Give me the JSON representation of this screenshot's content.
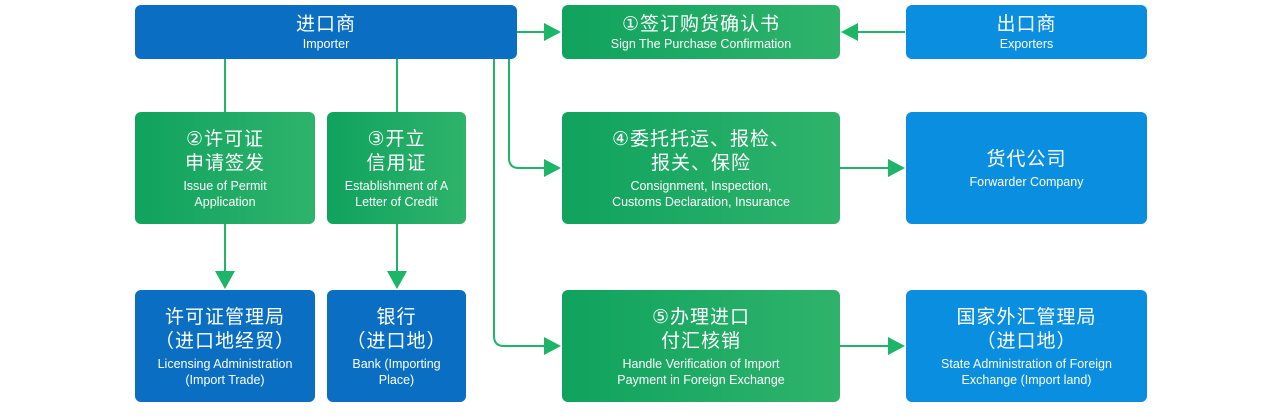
{
  "diagram": {
    "title": "Import trade process flow",
    "colors": {
      "importer_blue": "#0a6fc2",
      "exporter_blue": "#0a8ee0",
      "step_green": "#12a862",
      "connector_green": "#1db567"
    },
    "nodes": {
      "importer": {
        "zh": "进口商",
        "en": "Importer"
      },
      "step1": {
        "zh": "①签订购货确认书",
        "en": "Sign The Purchase Confirmation"
      },
      "exporters": {
        "zh": "出口商",
        "en": "Exporters"
      },
      "step2": {
        "zh": "②许可证\n申请签发",
        "en": "Issue of Permit\nApplication"
      },
      "step3": {
        "zh": "③开立\n信用证",
        "en": "Establishment of A\nLetter of Credit"
      },
      "step4": {
        "zh": "④委托托运、报检、\n报关、保险",
        "en": "Consignment, Inspection,\nCustoms Declaration, Insurance"
      },
      "forwarder": {
        "zh": "货代公司",
        "en": "Forwarder Company"
      },
      "licensing": {
        "zh": "许可证管理局\n（进口地经贸）",
        "en": "Licensing Administration\n(Import Trade)"
      },
      "bank": {
        "zh": "银行\n（进口地）",
        "en": "Bank (Importing\nPlace)"
      },
      "step5": {
        "zh": "⑤办理进口\n付汇核销",
        "en": "Handle Verification of Import\nPayment in Foreign Exchange"
      },
      "safe": {
        "zh": "国家外汇管理局\n（进口地）",
        "en": "State Administration of Foreign\nExchange (Import land)"
      }
    },
    "edges": [
      {
        "from": "importer",
        "to": "step1"
      },
      {
        "from": "exporters",
        "to": "step1"
      },
      {
        "from": "importer",
        "to": "step2"
      },
      {
        "from": "importer",
        "to": "step3"
      },
      {
        "from": "importer",
        "to": "step4"
      },
      {
        "from": "importer",
        "to": "step5"
      },
      {
        "from": "step2",
        "to": "licensing"
      },
      {
        "from": "step3",
        "to": "bank"
      },
      {
        "from": "step4",
        "to": "forwarder"
      },
      {
        "from": "step5",
        "to": "safe"
      }
    ]
  }
}
